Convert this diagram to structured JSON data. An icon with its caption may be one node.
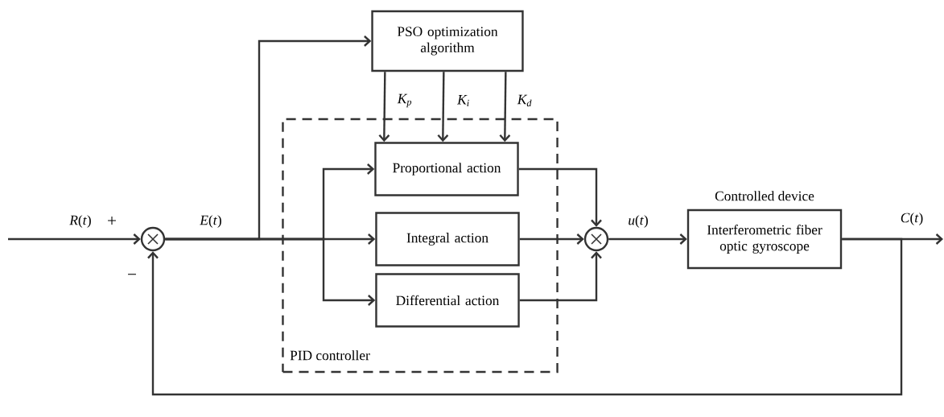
{
  "diagram": {
    "nodes": [
      {
        "text": [],
        "shape": "circle"
      },
      {
        "text": [
          "PSO optimization algorithm"
        ]
      },
      {
        "text": [
          "PID controller"
        ]
      },
      {
        "text": [
          "Proportional action"
        ],
        "in": 2
      },
      {
        "text": [
          "Integral action"
        ],
        "in": 2
      },
      {
        "text": [
          "Differential action"
        ],
        "in": 2
      },
      {
        "text": [],
        "shape": "circle"
      },
      {
        "text": [
          "Controlled device",
          "Interferometric fiber optic gyroscope"
        ]
      }
    ],
    "edges": [
      {
        "from": null,
        "to": 0,
        "arrow": "to",
        "label": "*R*(*t*)"
      },
      {
        "from": 0,
        "to": 1,
        "arrow": "to"
      },
      {
        "from": 0,
        "to": 3,
        "arrow": "to"
      },
      {
        "from": 0,
        "to": 4,
        "arrow": "to",
        "label": "*E*(*t*)"
      },
      {
        "from": 0,
        "to": 5,
        "arrow": "to"
      },
      {
        "from": 1,
        "to": 3,
        "arrow": "to",
        "label": "*K*$_{p}$"
      },
      {
        "from": 1,
        "to": 3,
        "arrow": "to",
        "label": "*K*$_{i}$"
      },
      {
        "from": 1,
        "to": 3,
        "arrow": "to",
        "label": "*K*$_{d}$"
      },
      {
        "from": 3,
        "to": 6,
        "arrow": "to"
      },
      {
        "from": 4,
        "to": 6,
        "arrow": "to"
      },
      {
        "from": 5,
        "to": 6,
        "arrow": "to"
      },
      {
        "from": 6,
        "to": 7,
        "arrow": "to",
        "label": "*u*(*t*)"
      },
      {
        "from": 7,
        "to": null,
        "arrow": "to",
        "label": "*C*(*t*)"
      },
      {
        "from": 7,
        "to": 0,
        "arrow": "to"
      }
    ],
    "labels": [
      "+",
      "−"
    ]
  }
}
